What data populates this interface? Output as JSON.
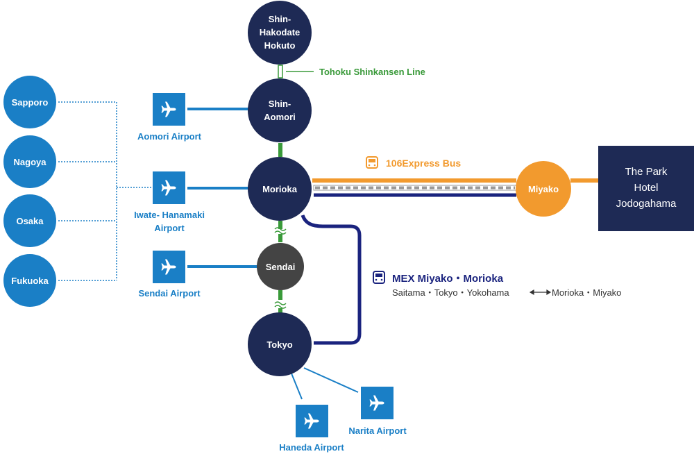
{
  "stations": {
    "shin_hakodate": [
      "Shin-",
      "Hakodate",
      "Hokuto"
    ],
    "shin_aomori": [
      "Shin-",
      "Aomori"
    ],
    "morioka": "Morioka",
    "sendai": "Sendai",
    "tokyo": "Tokyo",
    "miyako": "Miyako"
  },
  "cities": [
    "Sapporo",
    "Nagoya",
    "Osaka",
    "Fukuoka"
  ],
  "airports": {
    "aomori": [
      "Aomori Airport"
    ],
    "iwate": [
      "Iwate- Hanamaki",
      "Airport"
    ],
    "sendai": [
      "Sendai Airport"
    ],
    "haneda": [
      "Haneda Airport"
    ],
    "narita": [
      "Narita Airport"
    ]
  },
  "hotel": [
    "The Park",
    "Hotel",
    "Jodogahama"
  ],
  "lines": {
    "shinkansen": "Tohoku Shinkansen Line",
    "express_bus": "106Express Bus",
    "mex_title": "MEX Miyako・Morioka",
    "mex_route_from": "Saitama・Tokyo・Yokohama",
    "mex_route_to": "Morioka・Miyako"
  },
  "colors": {
    "navy": "#1e2a55",
    "blue": "#1a7fc6",
    "orange": "#f29a2e",
    "green": "#3a9a3a",
    "dark_gray": "#444444",
    "deep_blue": "#1a237e"
  }
}
